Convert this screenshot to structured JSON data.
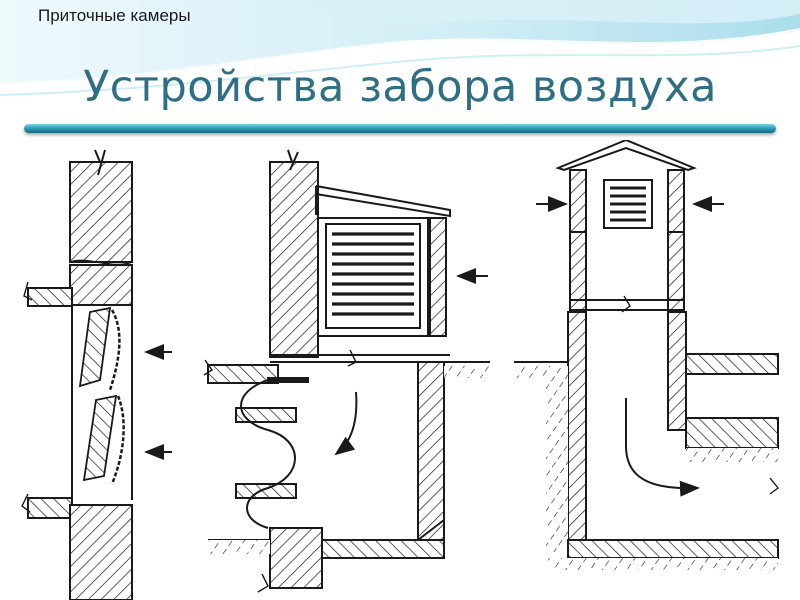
{
  "slide": {
    "section_label": "Приточные камеры",
    "title": "Устройства забора воздуха"
  },
  "colors": {
    "title": "#2f6f86",
    "rule": "#2ea0bd",
    "header_wave": "#bfe7f2",
    "ink": "#1a1a1a"
  },
  "figures": [
    {
      "id": "wall-intake-with-louvers",
      "icon": "louver-wall-opening"
    },
    {
      "id": "wall-intake-with-canopy-grille",
      "icon": "canopy-grille-shaft"
    },
    {
      "id": "freestanding-intake-shaft",
      "icon": "intake-tower"
    }
  ]
}
